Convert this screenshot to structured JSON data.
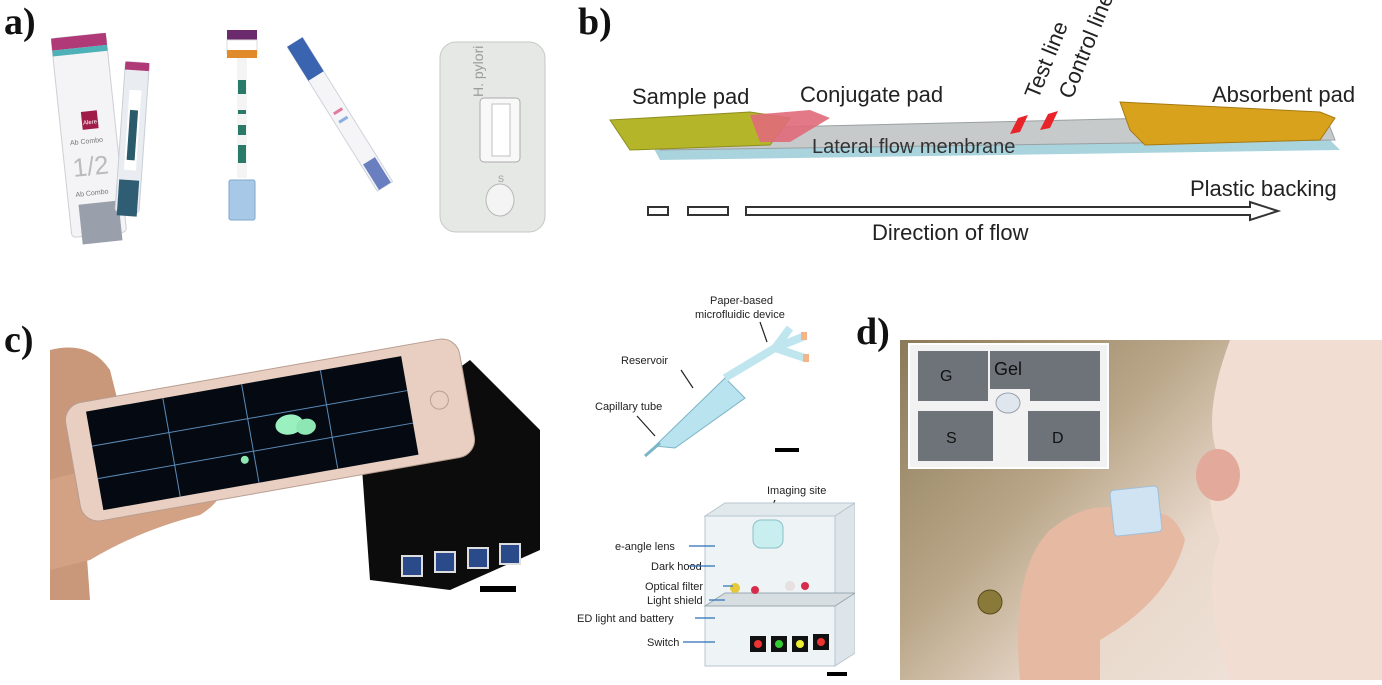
{
  "panels": {
    "a": {
      "letter": "a)",
      "strip1": {
        "brand": "Alere",
        "line1": "Ab Combo",
        "big": "1/2",
        "line2": "Ab Combo"
      },
      "cassette": {
        "label": "H. pylori",
        "mark": "S"
      }
    },
    "b": {
      "letter": "b)",
      "labels": {
        "sample_pad": "Sample pad",
        "conjugate_pad": "Conjugate pad",
        "test_line": "Test line",
        "control_line": "Control line",
        "absorbent_pad": "Absorbent pad",
        "membrane": "Lateral flow membrane",
        "backing": "Plastic backing",
        "flow": "Direction of flow"
      },
      "colors": {
        "pad": "#b5b52a",
        "conjugate": "#e06a7a",
        "line": "#e8242a",
        "absorbent": "#d8a21c",
        "membrane": "#c8cccc",
        "backing": "#a9d4dd"
      }
    },
    "c": {
      "letter": "c)",
      "device_labels": {
        "paper_device": "Paper-based\nmicrofluidic device",
        "reservoir": "Reservoir",
        "capillary": "Capillary tube",
        "imaging": "Imaging site",
        "lens": "e-angle lens",
        "hood": "Dark hood",
        "filter": "Optical filter",
        "shield": "Light shield",
        "led": "ED light and battery",
        "switch": "Switch"
      }
    },
    "d": {
      "letter": "d)",
      "electrodes": {
        "g": "G",
        "gel": "Gel",
        "s": "S",
        "d": "D"
      }
    }
  }
}
